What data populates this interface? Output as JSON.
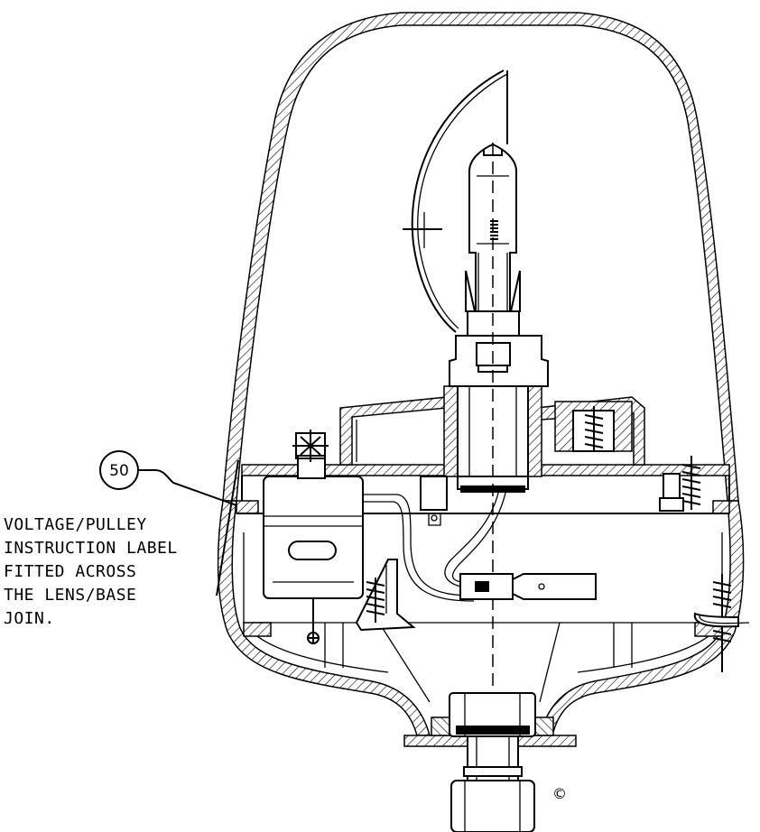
{
  "callout": {
    "number": "50",
    "note_lines": [
      "VOLTAGE/PULLEY",
      "INSTRUCTION LABEL",
      "FITTED ACROSS",
      "THE LENS/BASE",
      "JOIN."
    ]
  },
  "copyright_mark": "©"
}
